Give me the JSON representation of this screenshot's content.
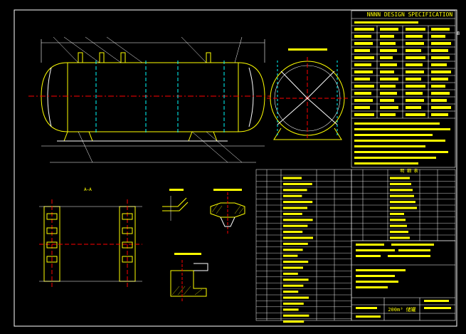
{
  "drawing": {
    "spec_title": "NNNN  DESIGN SPECIFICATION",
    "bom_title": "明 细 表",
    "section_label": "A—A",
    "title_block_text": "200m³ 储罐",
    "edge_mark": "8",
    "colors": {
      "background": "#000000",
      "frame": "#ffffff",
      "outline": "#ffff00",
      "centerline": "#ff0000",
      "dimension": "#00ffff"
    }
  }
}
